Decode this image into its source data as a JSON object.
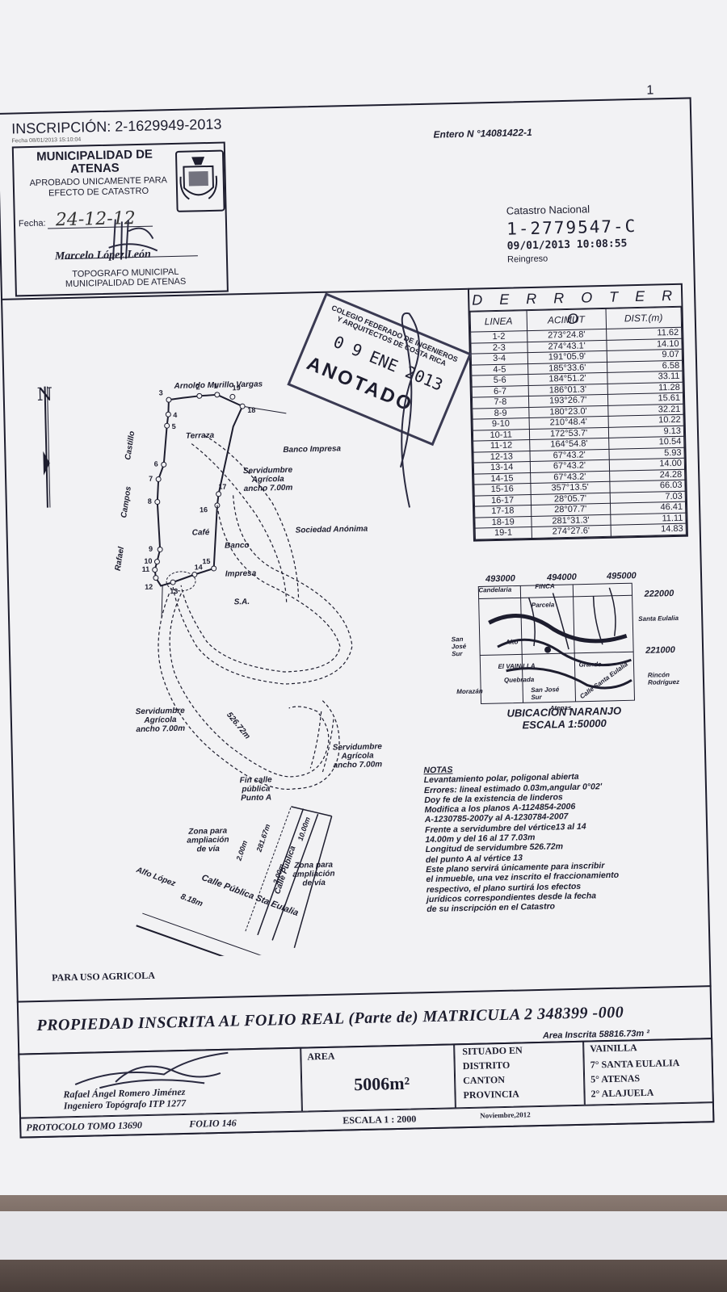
{
  "header": {
    "inscripcion": "INSCRIPCIÓN: 2-1629949-2013",
    "inscripcion_fecha": "Fecha 08/01/2013 15:10:04",
    "corner_number": "1",
    "entero": "Entero N °14081422-1"
  },
  "municipal_stamp": {
    "title_line1": "MUNICIPALIDAD DE",
    "title_line2": "ATENAS",
    "approved_line1": "APROBADO UNICAMENTE PARA",
    "approved_line2": "EFECTO DE CATASTRO",
    "fecha_label": "Fecha:",
    "fecha_value": "24-12-12",
    "signer_name": "Marcelo López León",
    "signer_role_line1": "TOPOGRAFO MUNICIPAL",
    "signer_role_line2": "MUNICIPALIDAD DE ATENAS"
  },
  "catastro": {
    "label": "Catastro Nacional",
    "number": "1-2779547-C",
    "datetime": "09/01/2013 10:08:55",
    "status": "Reingreso"
  },
  "derrotero": {
    "title": "D E R R O T E R O",
    "headers": [
      "LINEA",
      "ACIMUT",
      "DIST.(m)"
    ],
    "rows": [
      [
        "1-2",
        "273°24.8'",
        "11.62"
      ],
      [
        "2-3",
        "274°43.1'",
        "14.10"
      ],
      [
        "3-4",
        "191°05.9'",
        "9.07"
      ],
      [
        "4-5",
        "185°33.6'",
        "6.58"
      ],
      [
        "5-6",
        "184°51.2'",
        "33.11"
      ],
      [
        "6-7",
        "186°01.3'",
        "11.28"
      ],
      [
        "7-8",
        "193°26.7'",
        "15.61"
      ],
      [
        "8-9",
        "180°23.0'",
        "32.21"
      ],
      [
        "9-10",
        "210°48.4'",
        "10.22"
      ],
      [
        "10-11",
        "172°53.7'",
        "9.13"
      ],
      [
        "11-12",
        "164°54.8'",
        "10.54"
      ],
      [
        "12-13",
        "67°43.2'",
        "5.93"
      ],
      [
        "13-14",
        "67°43.2'",
        "14.00"
      ],
      [
        "14-15",
        "67°43.2'",
        "24.28"
      ],
      [
        "15-16",
        "357°13.5'",
        "66.03"
      ],
      [
        "16-17",
        "28°05.7'",
        "7.03"
      ],
      [
        "17-18",
        "28°07.7'",
        "46.41"
      ],
      [
        "18-19",
        "281°31.3'",
        "11.11"
      ],
      [
        "19-1",
        "274°27.6'",
        "14.83"
      ]
    ]
  },
  "stamp": {
    "line1": "COLEGIO FEDERADO DE INGENIEROS",
    "line2": "Y ARQUITECTOS DE COSTA RICA",
    "date": "0 9 ENE 2013",
    "text": "ANOTADO"
  },
  "plan_labels": {
    "north": "N",
    "neighbor_north": "Arnoldo Murillo Vargas",
    "neighbor_west_1": "Rafael",
    "neighbor_west_2": "Campos",
    "neighbor_west_3": "Castillo",
    "terraza": "Terraza",
    "cafe": "Café",
    "banco_impresa_1": "Banco Impresa",
    "banco_inner_1": "Banco",
    "banco_inner_2": "Impresa",
    "sa": "S.A.",
    "sociedad": "Sociedad Anónima",
    "servidumbre_1_line1": "Servidumbre",
    "servidumbre_1_line2": "Agrícola",
    "servidumbre_1_line3": "ancho 7.00m",
    "servidumbre_2_line1": "Servidumbre",
    "servidumbre_2_line2": "Agrícola",
    "servidumbre_2_line3": "ancho 7.00m",
    "servidumbre_3_line1": "Servidumbre",
    "servidumbre_3_line2": "Agrícola",
    "servidumbre_3_line3": "ancho 7.00m",
    "long_dist": "526.72m",
    "fin_calle_1": "Fin calle",
    "fin_calle_2": "pública",
    "fin_calle_3": "Punto A",
    "zona_1_line1": "Zona para",
    "zona_1_line2": "ampliación",
    "zona_1_line3": "de vía",
    "zona_2_line1": "Zona para",
    "zona_2_line2": "ampliación",
    "zona_2_line3": "de vía",
    "calle_publica": "Calle Pública",
    "calle_publica_sta": "Calle Pública Sta Eulalia",
    "alfo_lopez": "Alfo López",
    "w2a": "2.00m",
    "w2b": "2.00m",
    "w281": "281.67m",
    "w10": "10.00m",
    "d818": "8.18m"
  },
  "vertices": [
    "1",
    "2",
    "3",
    "4",
    "5",
    "6",
    "7",
    "8",
    "9",
    "10",
    "11",
    "12",
    "13",
    "14",
    "15",
    "16",
    "17",
    "18",
    "19"
  ],
  "location_map": {
    "x_ticks": [
      "493000",
      "494000",
      "495000"
    ],
    "y_ticks": [
      "222000",
      "221000"
    ],
    "places": [
      "Candelaria",
      "FINCA",
      "Parcela",
      "Santa Eulalia",
      "San José Sur",
      "Alto",
      "El VAINILLA",
      "Grande",
      "Quebrada",
      "San José Sur",
      "Rincón Rodríguez",
      "Calle Santa Eulalia",
      "Morazán",
      "Atenas"
    ],
    "title": "UBICACION NARANJO",
    "scale": "ESCALA 1:50000"
  },
  "notas": {
    "title": "NOTAS",
    "lines": [
      "Levantamiento polar, poligonal abierta",
      "Errores: lineal estimado 0.03m,angular 0°02'",
      "Doy fe de la existencia de linderos",
      "Modifica a los planos A-1124854-2006",
      "A-1230785-2007y al A-1230784-2007",
      "Frente a servidumbre del vértice13 al 14",
      "14.00m y del 16 al 17 7.03m",
      "Longitud de servidumbre 526.72m",
      "del punto A al vértice 13",
      "Este plano servirá únicamente para inscribir",
      "el inmueble, una vez inscrito el fraccionamiento",
      "respectivo, el plano surtirá los efectos",
      "jurídicos correspondientes desde la fecha",
      "de su inscripción en el Catastro"
    ]
  },
  "uso": "PARA USO AGRICOLA",
  "propiedad": "PROPIEDAD INSCRITA  AL FOLIO REAL (Parte de) MATRICULA 2  348399  -000",
  "area_inscrita": "Area Inscrita   58816.73m ²",
  "footer": {
    "engineer_name": "Rafael Ángel Romero Jiménez",
    "engineer_title": "Ingeniero Topógrafo ITP  1277",
    "area_label": "AREA",
    "area_value": "5006m²",
    "situado_label": "SITUADO EN",
    "distrito_label": "DISTRITO",
    "canton_label": "CANTON",
    "provincia_label": "PROVINCIA",
    "vainilla": "VAINILLA",
    "distrito_value": "7° SANTA EULALIA",
    "canton_value": "5° ATENAS",
    "provincia_value": "2° ALAJUELA",
    "protocolo": "PROTOCOLO TOMO 13690",
    "folio": "FOLIO  146",
    "escala": "ESCALA 1 : 2000",
    "fecha": "Noviembre,2012"
  }
}
